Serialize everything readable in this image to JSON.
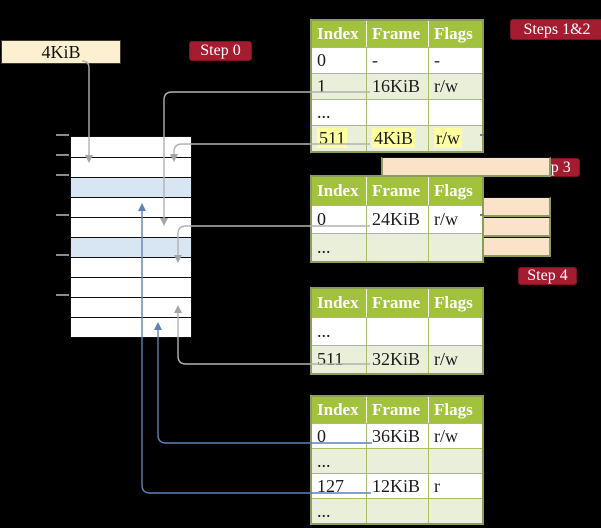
{
  "colors": {
    "badge_red": "#a41c30",
    "table_header_green": "#a2c13d",
    "table_row_green": "#e9efd9",
    "page_table_frame_peach": "#fbe3c9",
    "data_frame_blue": "#d8e5f3",
    "frame_label_cream": "#fcf0d0",
    "highlight_yellow": "#feff9e",
    "gray_arrow": "#b2b2b4",
    "blue_arrow": "#5d81ba"
  },
  "frame_label": {
    "text": "4KiB"
  },
  "badges": {
    "step0": "Step 0",
    "steps12": "Steps 1&2",
    "step3": "Step 3",
    "step4": "Step 4"
  },
  "memory": {
    "rows": [
      "free",
      "pt",
      "free",
      "data",
      "pt",
      "free",
      "pt",
      "free",
      "pt",
      "data",
      "free",
      "free",
      "free",
      "free"
    ],
    "tick_y": [
      134,
      154,
      174,
      214,
      254,
      294
    ]
  },
  "tables": [
    {
      "headers": [
        "Index",
        "Frame",
        "Flags"
      ],
      "rows": [
        {
          "cells": [
            "0",
            "-",
            "-"
          ]
        },
        {
          "cells": [
            "1",
            "16KiB",
            "r/w"
          ]
        },
        {
          "cells": [
            "...",
            "",
            ""
          ]
        },
        {
          "cells": [
            "511",
            "4KiB",
            "r/w"
          ],
          "highlight": true
        }
      ]
    },
    {
      "headers": [
        "Index",
        "Frame",
        "Flags"
      ],
      "rows": [
        {
          "cells": [
            "0",
            "24KiB",
            "r/w"
          ]
        },
        {
          "cells": [
            "...",
            "",
            ""
          ]
        }
      ]
    },
    {
      "headers": [
        "Index",
        "Frame",
        "Flags"
      ],
      "rows": [
        {
          "cells": [
            "...",
            "",
            ""
          ]
        },
        {
          "cells": [
            "511",
            "32KiB",
            "r/w"
          ]
        }
      ]
    },
    {
      "headers": [
        "Index",
        "Frame",
        "Flags"
      ],
      "rows": [
        {
          "cells": [
            "0",
            "36KiB",
            "r/w"
          ]
        },
        {
          "cells": [
            "...",
            "",
            ""
          ]
        },
        {
          "cells": [
            "127",
            "12KiB",
            "r"
          ]
        },
        {
          "cells": [
            "...",
            "",
            ""
          ]
        }
      ]
    }
  ]
}
